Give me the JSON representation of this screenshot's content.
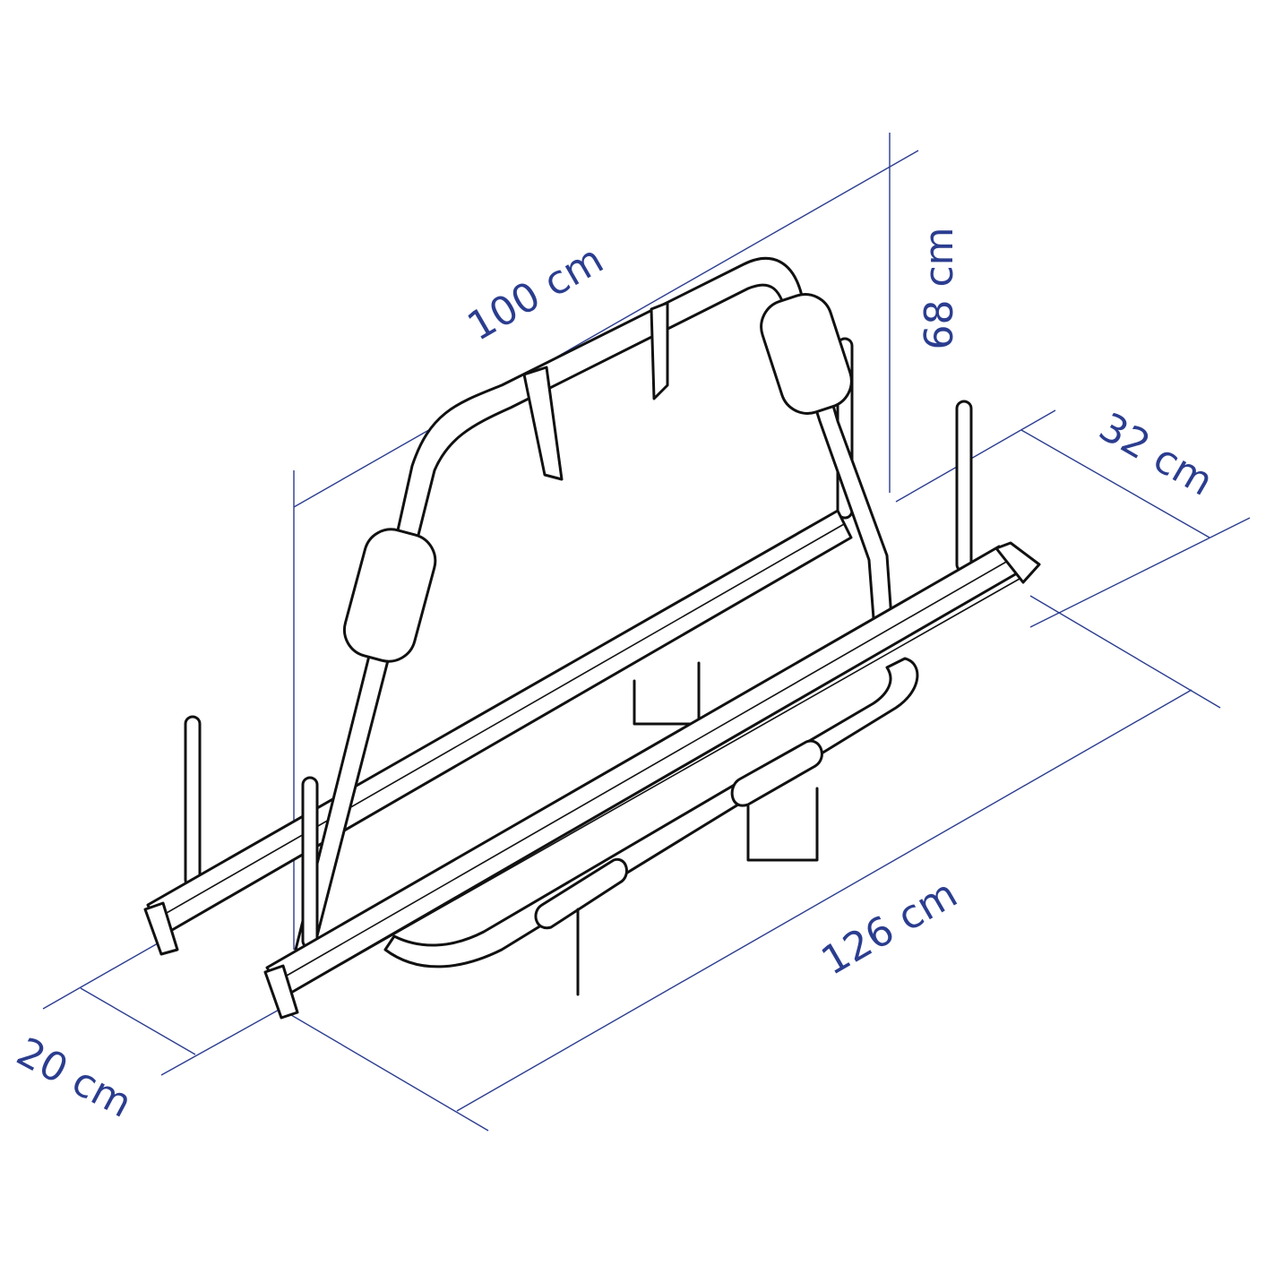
{
  "diagram": {
    "subject": "bike-rack",
    "dimension_color": "#2b3d8f",
    "dimensions": {
      "width_top": "100 cm",
      "height": "68 cm",
      "depth_right": "32 cm",
      "length": "126 cm",
      "depth_left": "20 cm"
    }
  }
}
